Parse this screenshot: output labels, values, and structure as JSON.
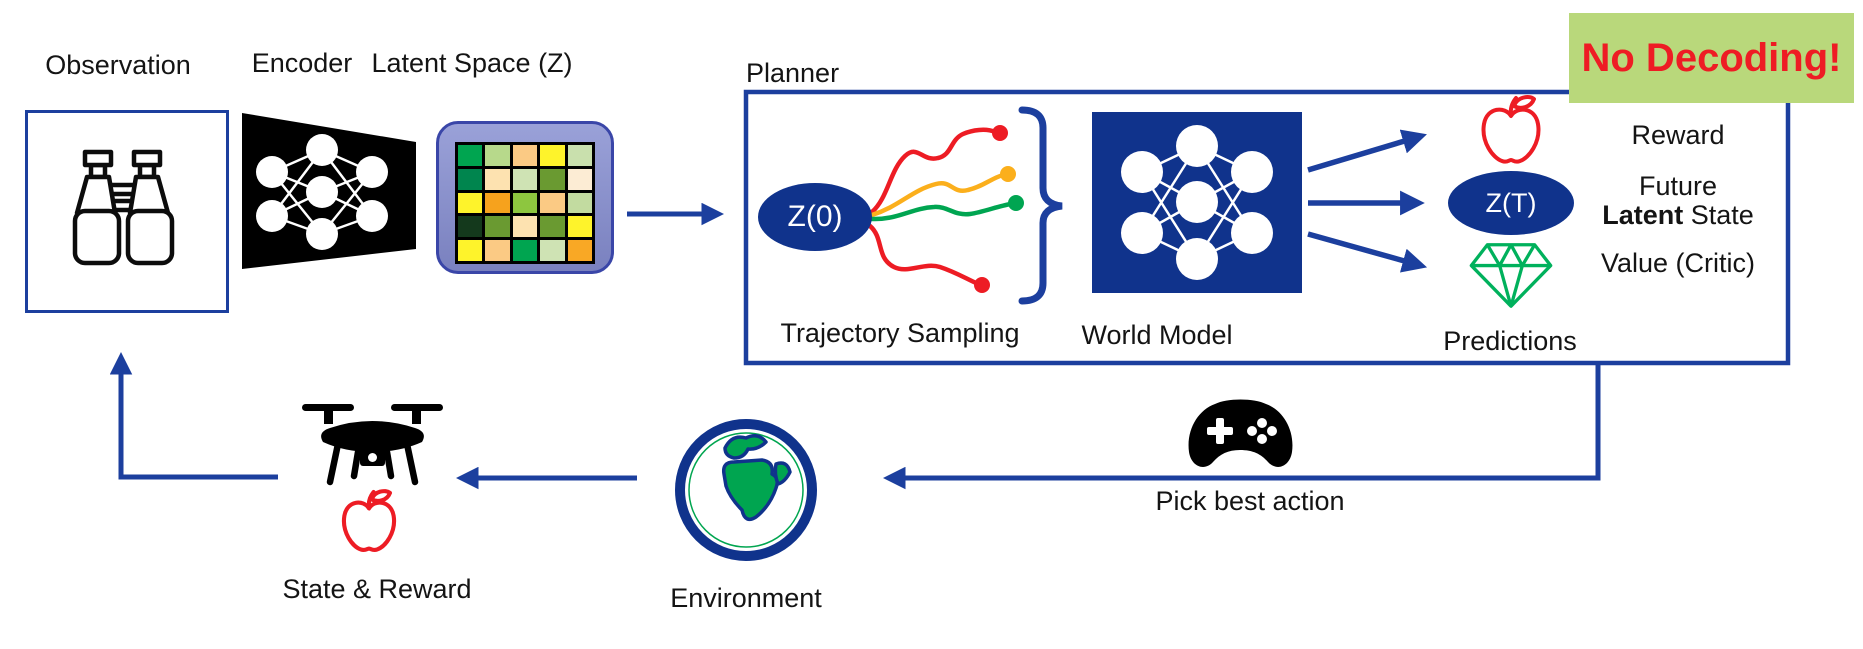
{
  "labels": {
    "observation": "Observation",
    "encoder": "Encoder",
    "latent_space": "Latent Space (Z)",
    "planner": "Planner",
    "z0": "Z(0)",
    "zt": "Z(T)",
    "trajectory_sampling": "Trajectory Sampling",
    "world_model": "World Model",
    "predictions": "Predictions",
    "reward": "Reward",
    "future": "Future",
    "latent_bold": "Latent",
    "latent_rest": " State",
    "value_critic": "Value (Critic)",
    "no_decoding": "No Decoding!",
    "pick_best_action": "Pick best action",
    "environment": "Environment",
    "state_reward": "State & Reward"
  },
  "colors": {
    "navy_fill": "#10338c",
    "navy_line": "#1c3f9e",
    "red": "#ed1c24",
    "orange": "#fbaf1c",
    "green": "#00a551",
    "gem_green": "#00b15c",
    "latent_box_fill": "#8e95cc",
    "latent_box_border": "#3a46a8",
    "no_decoding_bg": "#b9d87b",
    "no_decoding_text": "#ee1c24"
  },
  "trajectory_colors": [
    "#ed1c24",
    "#fbaf1c",
    "#00a551",
    "#ed1c24"
  ],
  "latent_grid": {
    "rows": [
      [
        "#00a550",
        "#b7d98b",
        "#fbca84",
        "#fef32b",
        "#c9e0ad"
      ],
      [
        "#00854e",
        "#fde2b0",
        "#cfe3b4",
        "#6a9a31",
        "#fcecd4"
      ],
      [
        "#fef32b",
        "#f6a21d",
        "#8dc63f",
        "#fbca84",
        "#c2dba0"
      ],
      [
        "#14391c",
        "#6a9a31",
        "#fde2b0",
        "#6a9a31",
        "#fef32b"
      ],
      [
        "#fef32b",
        "#fbca84",
        "#00a550",
        "#cfe3b4",
        "#f9a825"
      ]
    ]
  }
}
